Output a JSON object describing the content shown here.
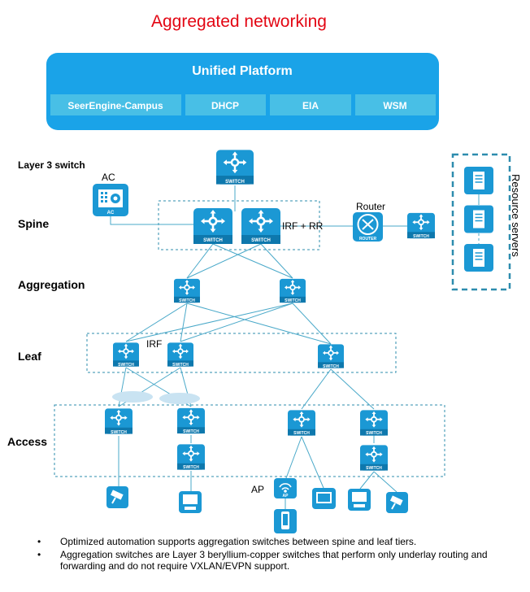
{
  "title": "Aggregated networking",
  "platform": {
    "title": "Unified Platform",
    "modules": [
      "SeerEngine-Campus",
      "DHCP",
      "EIA",
      "WSM"
    ]
  },
  "labels": {
    "layer3": "Layer 3 switch",
    "ac": "AC",
    "spine": "Spine",
    "aggregation": "Aggregation",
    "leaf": "Leaf",
    "access": "Access",
    "irf_rr": "IRF + RR",
    "irf": "IRF",
    "router": "Router",
    "ap": "AP",
    "resource_servers": "Resource servers"
  },
  "icon_text": {
    "switch": "SWITCH",
    "router": "ROUTER",
    "ac": "AC",
    "ap": "AP"
  },
  "bullets": [
    "Optimized automation supports aggregation  switches between spine and leaf tiers.",
    "Aggregation switches are Layer 3 beryllium-copper switches that perform only underlay routing and forwarding  and do not require VXLAN/EVPN support."
  ],
  "colors": {
    "title": "#e30613",
    "platform": "#1aa3e8",
    "module": "#48bfe6",
    "icon": "#1b98d4",
    "link": "#4aa9c9",
    "dash": "#2d8cae"
  }
}
